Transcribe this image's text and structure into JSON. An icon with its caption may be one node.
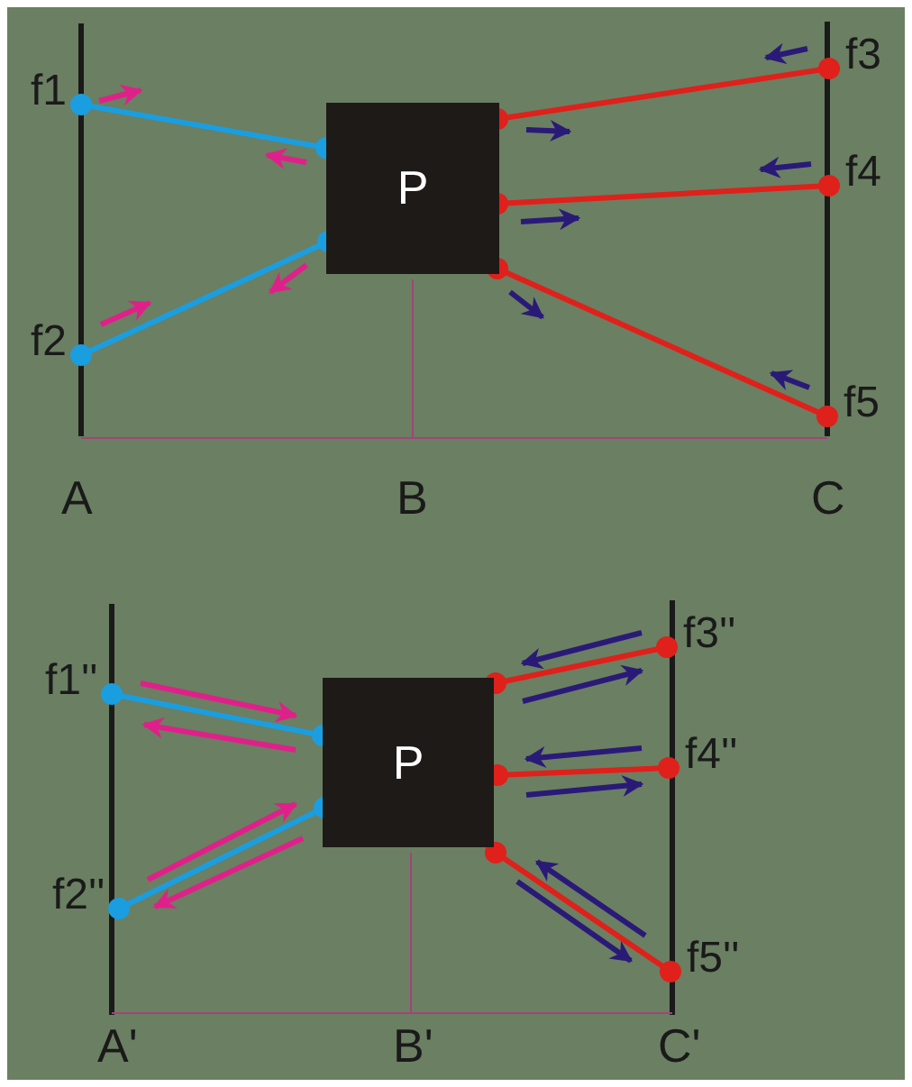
{
  "diagram": {
    "nodes": [
      {
        "text": [
          "P"
        ]
      },
      {
        "text": [
          "f1"
        ]
      },
      {
        "text": [
          "f2"
        ]
      },
      {
        "text": [
          "f3"
        ]
      },
      {
        "text": [
          "f4"
        ]
      },
      {
        "text": [
          "f5"
        ]
      },
      {
        "text": [
          "P"
        ]
      },
      {
        "text": [
          "f1''"
        ]
      },
      {
        "text": [
          "f2''"
        ]
      },
      {
        "text": [
          "f3''"
        ]
      },
      {
        "text": [
          "f4''"
        ]
      },
      {
        "text": [
          "f5''"
        ]
      }
    ],
    "edges": [
      {
        "from": 1,
        "to": 0,
        "arrow": "other",
        "color": "#1a9ee0"
      },
      {
        "from": 2,
        "to": 0,
        "arrow": "other",
        "color": "#1a9ee0"
      },
      {
        "from": 3,
        "to": 0,
        "arrow": "other"
      },
      {
        "from": 4,
        "to": 0,
        "arrow": "other"
      },
      {
        "from": 5,
        "to": 0,
        "arrow": "other"
      },
      {
        "from": 7,
        "to": 6,
        "arrow": "other",
        "color": "#1a9ee0"
      },
      {
        "from": 8,
        "to": 6,
        "arrow": "other",
        "color": "#1a9ee0"
      },
      {
        "from": 9,
        "to": 6,
        "arrow": "other"
      },
      {
        "from": 10,
        "to": 6,
        "arrow": "other"
      },
      {
        "from": 11,
        "to": 6,
        "arrow": "other"
      }
    ],
    "labels": [
      "A",
      "B",
      "C",
      "A'",
      "B'",
      "C'"
    ]
  }
}
